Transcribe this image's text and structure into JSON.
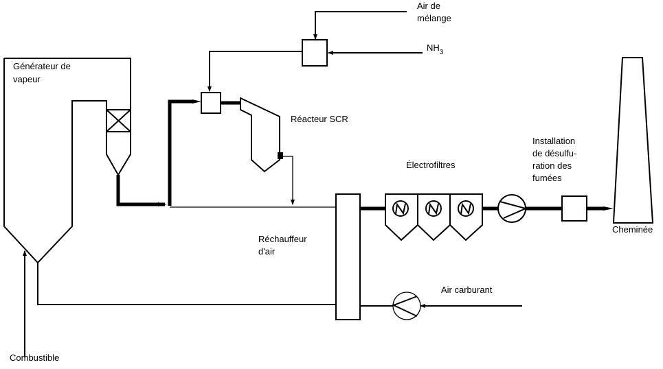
{
  "diagram": {
    "title": "Installation de dénitrification SCR (schéma de procédé)",
    "colors": {
      "stroke": "#000000",
      "background": "#ffffff"
    },
    "nodes": [
      {
        "id": "steam-generator",
        "label_lines": [
          "Générateur de",
          "vapeur"
        ]
      },
      {
        "id": "mixer",
        "label_lines": []
      },
      {
        "id": "injector",
        "label_lines": []
      },
      {
        "id": "scr-reactor",
        "label_lines": [
          "Réacteur SCR"
        ]
      },
      {
        "id": "air-preheater",
        "label_lines": [
          "Réchauffeur",
          "d'air"
        ]
      },
      {
        "id": "electrofilters",
        "label_lines": [
          "Électrofiltres"
        ],
        "count": 3
      },
      {
        "id": "flue-gas-fan",
        "label_lines": []
      },
      {
        "id": "fgd",
        "label_lines": [
          "Installation",
          "de désulfu-",
          "ration des",
          "fumées"
        ]
      },
      {
        "id": "stack",
        "label_lines": [
          "Cheminée"
        ]
      },
      {
        "id": "combustion-air-fan",
        "label_lines": []
      }
    ],
    "inputs": {
      "mixing_air": [
        "Air de",
        "mélange"
      ],
      "nh3_main": "NH",
      "nh3_sub": "3",
      "combustion_air": "Air carburant",
      "fuel": "Combustible"
    }
  }
}
